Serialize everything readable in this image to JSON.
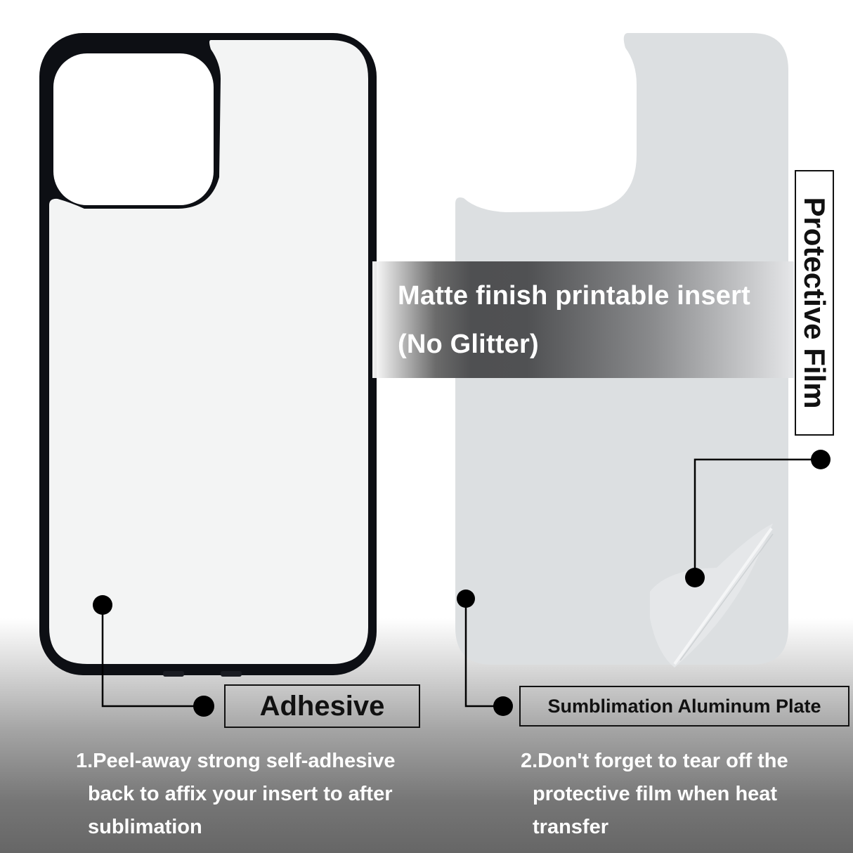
{
  "banner": {
    "line1": "Matte finish printable insert",
    "line2": "(No Glitter)"
  },
  "labels": {
    "protective_film": "Protective Film",
    "adhesive": "Adhesive",
    "aluminum_plate": "Sumblimation Aluminum Plate"
  },
  "notes": {
    "note1": {
      "line1": "1.Peel-away strong self-adhesive",
      "line2": "back to affix your insert to after",
      "line3": "sublimation"
    },
    "note2": {
      "line1": "2.Don't forget to tear off the",
      "line2": "protective film when heat",
      "line3": "transfer"
    }
  },
  "colors": {
    "case_frame": "#0d0f14",
    "insert_white": "#f3f4f4",
    "aluminum_plate": "#dcdfe1",
    "callout": "#000000",
    "note_text": "#ffffff"
  }
}
